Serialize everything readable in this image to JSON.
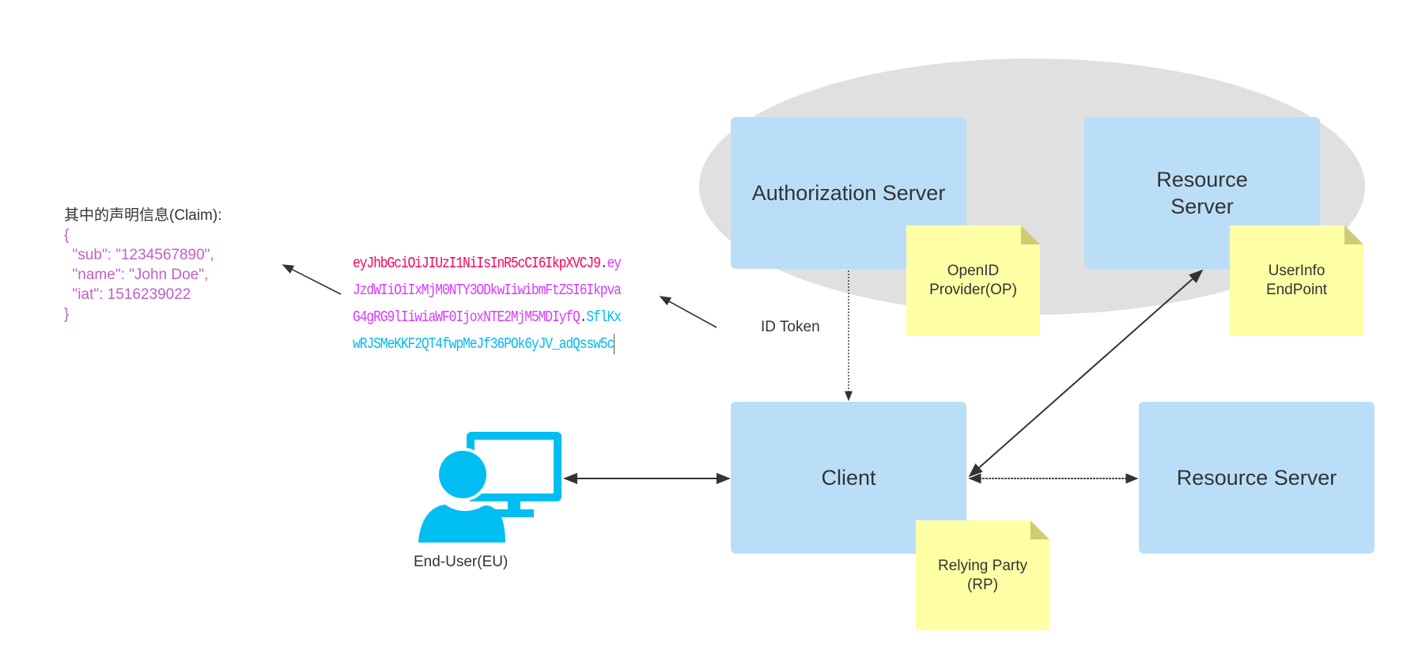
{
  "colors": {
    "box_fill": "#bbdef8",
    "note_fill": "#ffffa6",
    "note_fold": "#cccc77",
    "group_ellipse": "#e0e0e0",
    "user_icon": "#00bef2",
    "claim_json": "#c060c8",
    "jwt_header": "#fb015b",
    "jwt_payload": "#d63aff",
    "jwt_signature": "#00b9f1",
    "arrow": "#333333"
  },
  "claim": {
    "title": "其中的声明信息(Claim):",
    "lines": [
      "{",
      "  \"sub\": \"1234567890\",",
      "  \"name\": \"John Doe\",",
      "  \"iat\": 1516239022",
      "}"
    ]
  },
  "jwt": {
    "lines": [
      [
        {
          "part": "header",
          "text": "eyJhbGciOiJIUzI1NiIsInR5cCI6IkpXVCJ9"
        },
        {
          "part": "dot",
          "text": "."
        },
        {
          "part": "payload",
          "text": "ey"
        }
      ],
      [
        {
          "part": "payload",
          "text": "JzdWIiOiIxMjM0NTY3ODkwIiwibmFtZSI6Ikpva"
        }
      ],
      [
        {
          "part": "payload",
          "text": "G4gRG9lIiwiaWF0IjoxNTE2MjM5MDIyfQ"
        },
        {
          "part": "dot",
          "text": "."
        },
        {
          "part": "sig",
          "text": "SflKx"
        }
      ],
      [
        {
          "part": "sig",
          "text": "wRJSMeKKF2QT4fwpMeJf36POk6yJV_adQssw5c"
        }
      ]
    ]
  },
  "nodes": {
    "authorization_server": "Authorization Server",
    "resource_server_top": "Resource\nServer",
    "client": "Client",
    "resource_server_bottom": "Resource Server"
  },
  "notes": {
    "openid_provider": "OpenID\nProvider(OP)",
    "userinfo_endpoint": "UserInfo\nEndPoint",
    "relying_party": "Relying Party\n(RP)"
  },
  "labels": {
    "id_token": "ID Token",
    "end_user": "End-User(EU)"
  }
}
